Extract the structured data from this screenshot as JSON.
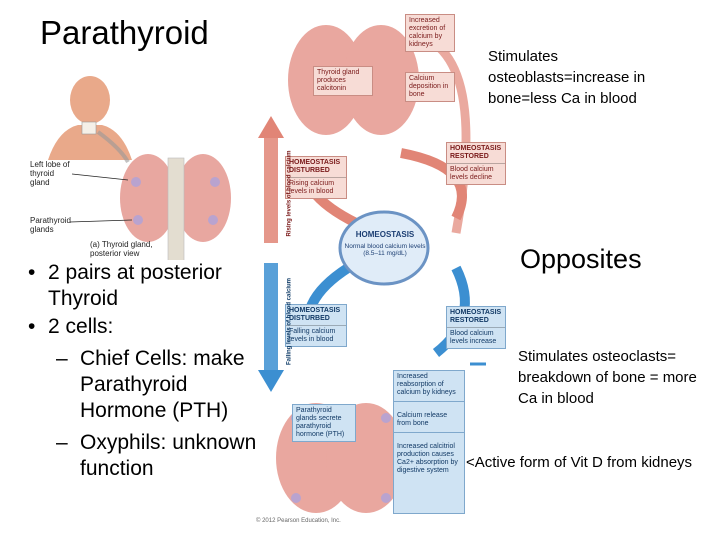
{
  "title": "Parathyroid",
  "bullets": {
    "b1": "2 pairs at posterior Thyroid",
    "b2": "2 cells:",
    "s1": "Chief Cells: make Parathyroid Hormone (PTH)",
    "s2": "Oxyphils: unknown function"
  },
  "notes": {
    "top_right": "Stimulates osteoblasts=increase in bone=less Ca in blood",
    "opposites": "Opposites",
    "mid_right": "Stimulates osteoclasts= breakdown of bone = more Ca in blood",
    "vitd": "<Active form of Vit D from kidneys"
  },
  "figure": {
    "left_lobe": "Left lobe of thyroid gland",
    "parathyroid_glands": "Parathyroid glands",
    "caption": "(a) Thyroid gland, posterior view",
    "thyroid_calcitonin": "Thyroid gland produces calcitonin",
    "excretion": "Increased excretion of calcium by kidneys",
    "deposition": "Calcium deposition in bone",
    "restored_hdr_top": "HOMEOSTASIS RESTORED",
    "restored_top_sub": "Blood calcium levels decline",
    "disturbed_hdr_top": "HOMEOSTASIS DISTURBED",
    "disturbed_top_sub": "Rising calcium levels in blood",
    "homeostasis": "HOMEOSTASIS",
    "normal": "Normal blood calcium levels (8.5–11 mg/dL)",
    "disturbed_hdr_bot": "HOMEOSTASIS DISTURBED",
    "disturbed_bot_sub": "Falling calcium levels in blood",
    "restored_hdr_bot": "HOMEOSTASIS RESTORED",
    "restored_bot_sub": "Blood calcium levels increase",
    "reabsorption": "Increased reabsorption of calcium by kidneys",
    "release": "Calcium release from bone",
    "calcitriol": "Increased calcitriol production causes Ca2+ absorption by digestive system",
    "pth": "Parathyroid glands secrete parathyroid hormone (PTH)",
    "rising_arrow": "Rising levels of blood calcium",
    "falling_arrow": "Falling levels of blood calcium",
    "copyright": "© 2012 Pearson Education, Inc."
  },
  "colors": {
    "red_flow": "#e07f73",
    "blue_flow": "#3a8fd0"
  }
}
